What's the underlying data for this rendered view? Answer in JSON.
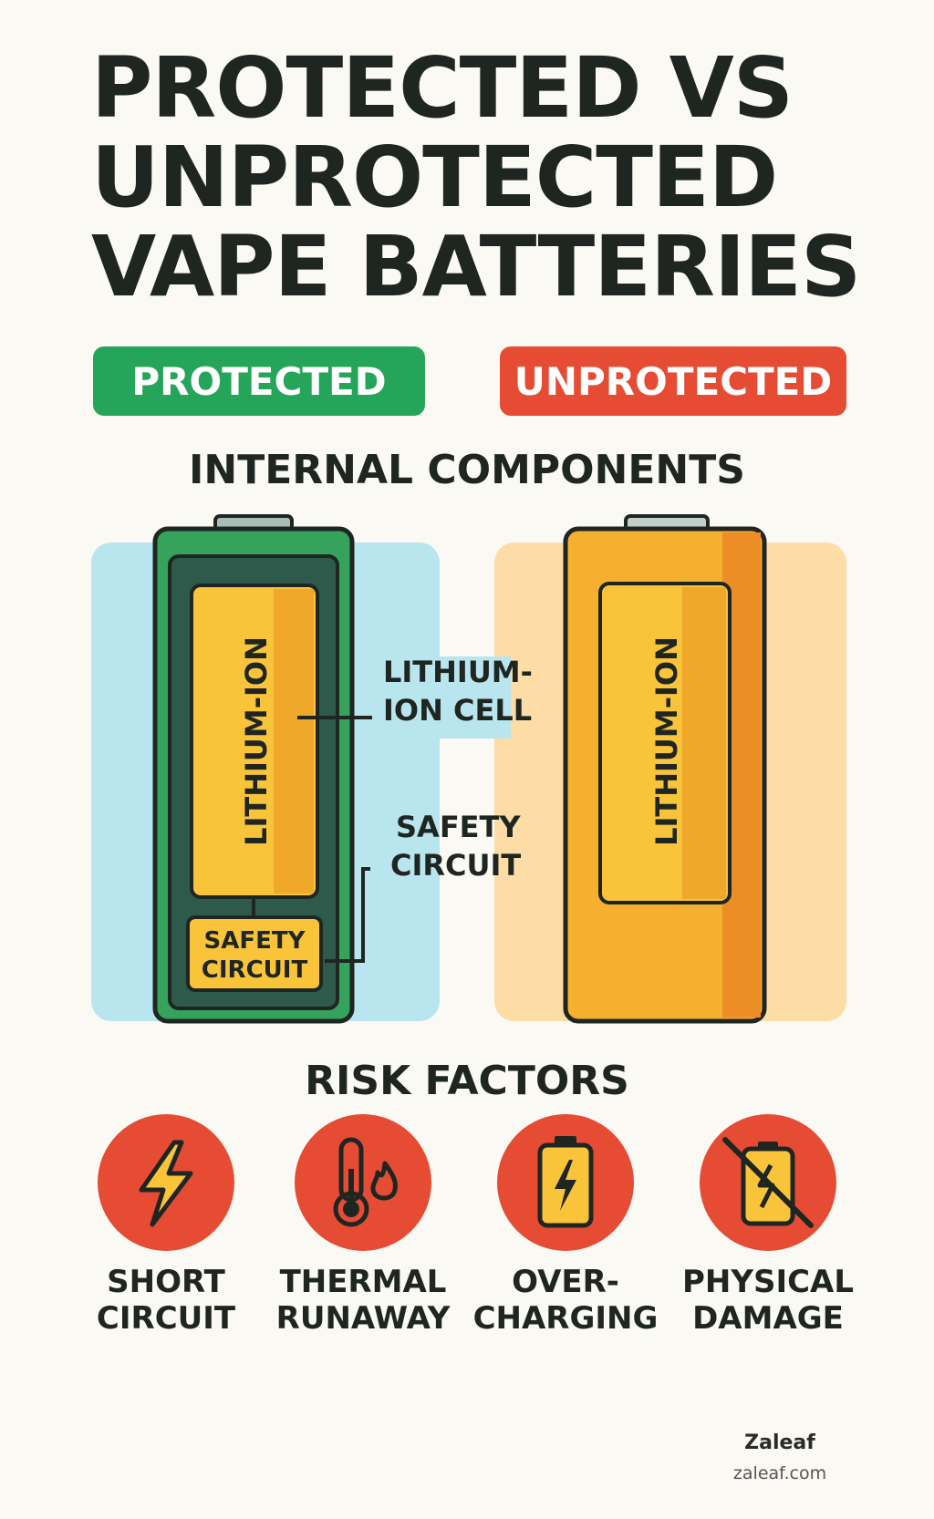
{
  "title": {
    "line1": "PROTECTED VS",
    "line2": "UNPROTECTED",
    "line3": "VAPE BATTERIES"
  },
  "badges": {
    "protected": "PROTECTED",
    "unprotected": "UNPROTECTED"
  },
  "internal_components": {
    "heading": "INTERNAL COMPONENTS",
    "cell_label": "LITHIUM-ION",
    "protected_circuit_label": {
      "line1": "SAFETY",
      "line2": "CIRCUIT"
    },
    "callout_cell": {
      "line1": "LITHIUM-",
      "line2": "ION CELL"
    },
    "callout_circuit": {
      "line1": "SAFETY",
      "line2": "CIRCUIT"
    }
  },
  "risk_factors": {
    "heading": "RISK FACTORS",
    "items": [
      {
        "icon": "lightning-icon",
        "line1": "SHORT",
        "line2": "CIRCUIT"
      },
      {
        "icon": "thermometer-flame-icon",
        "line1": "THERMAL",
        "line2": "RUNAWAY"
      },
      {
        "icon": "battery-charging-icon",
        "line1": "OVER-",
        "line2": "CHARGING"
      },
      {
        "icon": "damaged-battery-icon",
        "line1": "PHYSICAL",
        "line2": "DAMAGE"
      }
    ]
  },
  "brand": {
    "name": "Zaleaf",
    "url": "zaleaf.com"
  },
  "colors": {
    "green": "#25a55a",
    "red": "#e64b33",
    "battery_orange": "#f2a22b",
    "cell_yellow": "#fac43a",
    "dark_green": "#2e5a4c",
    "light_blue": "#b9e5ee",
    "light_peach": "#fddca6"
  }
}
